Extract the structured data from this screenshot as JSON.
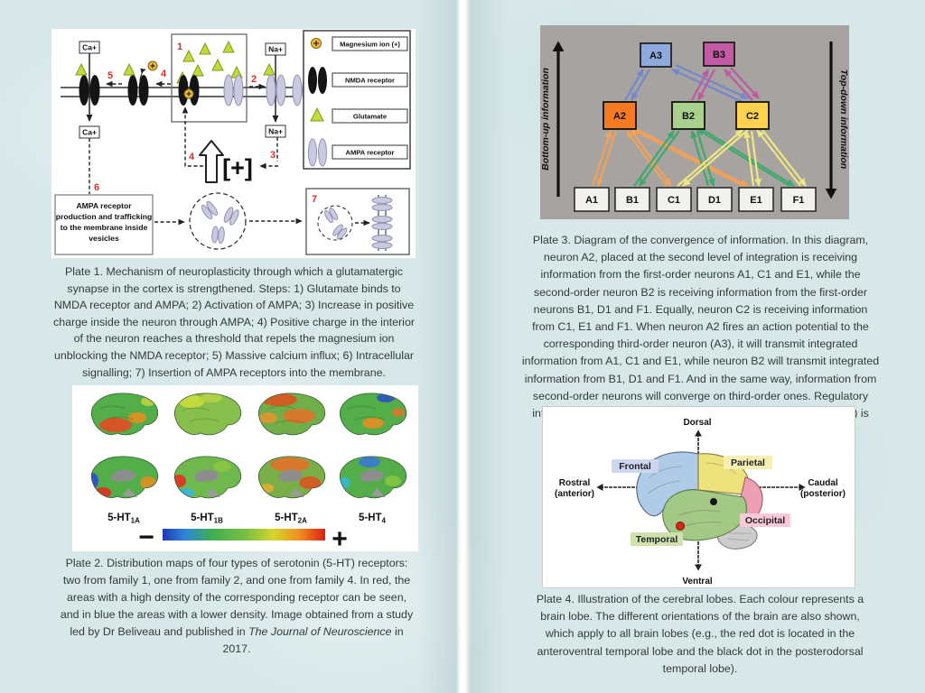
{
  "colors": {
    "page_bg": "#d8e8e9",
    "caption_text": "#333a38",
    "step_number_red": "#d93025",
    "panel3_bg": "#a6a3a0"
  },
  "left": {
    "plate1": {
      "ca_top": "Ca+",
      "ca_bottom": "Ca+",
      "na_top": "Na+",
      "na_bottom": "Na+",
      "plus_sign": "[+]",
      "s1": "1",
      "s2": "2",
      "s3": "3",
      "s4a": "4",
      "s4b": "4",
      "s5": "5",
      "s6": "6",
      "s7": "7",
      "production_lines": [
        "AMPA receptor",
        "production and trafficking",
        "to the membrane inside",
        "vesicles"
      ],
      "legend": [
        {
          "icon": "magnesium-ion-icon",
          "label": "Magnesium ion (+)"
        },
        {
          "icon": "nmda-receptor-icon",
          "label": "NMDA receptor"
        },
        {
          "icon": "glutamate-icon",
          "label": "Glutamate"
        },
        {
          "icon": "ampa-receptor-icon",
          "label": "AMPA receptor"
        }
      ]
    },
    "caption1": "Plate 1. Mechanism of neuroplasticity through which a glutamatergic synapse in the cortex is strengthened. Steps: 1) Glutamate binds to NMDA receptor and AMPA; 2) Activation of AMPA; 3) Increase in positive charge inside the neuron through AMPA; 4) Positive charge in the interior of the neuron reaches a threshold that repels the magnesium ion unblocking the NMDA receptor; 5) Massive calcium influx; 6) Intracellular signalling; 7) Insertion of AMPA receptors into the membrane.",
    "plate2": {
      "receptors": [
        {
          "base": "5-HT",
          "sub": "1A"
        },
        {
          "base": "5-HT",
          "sub": "1B"
        },
        {
          "base": "5-HT",
          "sub": "2A"
        },
        {
          "base": "5-HT",
          "sub": "4"
        }
      ],
      "minus": "−",
      "plus": "+"
    },
    "caption2_pre": "Plate 2. Distribution maps of four types of serotonin (5-HT) receptors: two from family 1, one from family 2, and one from family 4. In red, the areas with a high density of the corresponding receptor can be seen, and in blue the areas with a lower density. Image obtained from a study led by Dr Beliveau and published in ",
    "caption2_italic": "The Journal of Neuroscience",
    "caption2_post": " in 2017."
  },
  "right": {
    "plate3": {
      "bottom_up": "Bottom-up information",
      "top_down": "Top-down information",
      "third_order": [
        {
          "label": "A3",
          "color": "#8ea9dc"
        },
        {
          "label": "B3",
          "color": "#c25ba3"
        }
      ],
      "second_order": [
        {
          "label": "A2",
          "color": "#f47b21"
        },
        {
          "label": "B2",
          "color": "#a9d18e"
        },
        {
          "label": "C2",
          "color": "#fdd24f"
        }
      ],
      "first_order": [
        "A1",
        "B1",
        "C1",
        "D1",
        "E1",
        "F1"
      ]
    },
    "caption3": "Plate 3. Diagram of the convergence of information. In this diagram, neuron A2, placed at the second level of integration is receiving information from the first-order neurons A1, C1 and E1, while the second-order neuron B2 is receiving information from the first-order neurons B1, D1 and F1. Equally, neuron C2 is receiving information from C1, E1 and F1. When neuron A2 fires an action potential to the corresponding third-order neuron (A3), it will transmit integrated information from A1, C1 and E1, while neuron B2 will transmit integrated information from B1, D1 and F1. And in the same way, information from second-order neurons will converge on third-order ones. Regulatory information (i.e., top-down information from higher to lower levels) is also shown.",
    "plate4": {
      "dorsal": "Dorsal",
      "ventral": "Ventral",
      "rostral_line1": "Rostral",
      "rostral_line2": "(anterior)",
      "caudal_line1": "Caudal",
      "caudal_line2": "(posterior)",
      "lobes": {
        "frontal": "Frontal",
        "parietal": "Parietal",
        "temporal": "Temporal",
        "occipital": "Occipital"
      },
      "lobe_fill": {
        "frontal": "#aecbe7",
        "parietal": "#eee27c",
        "temporal": "#a4c986",
        "occipital": "#eda0b5",
        "cerebellum": "#cccccc"
      },
      "label_bg": {
        "frontal": "#ccd6ee",
        "parietal": "#f6efb3",
        "temporal": "#cfe2ad",
        "occipital": "#fac9d7"
      },
      "dots": {
        "red": "#d82818",
        "black": "#141414"
      }
    },
    "caption4": "Plate 4. Illustration of the cerebral lobes. Each colour represents a brain lobe. The different orientations of the brain are also shown, which apply to all brain lobes (e.g., the red dot is located in the anteroventral temporal lobe and the black dot in the posterodorsal temporal lobe)."
  }
}
